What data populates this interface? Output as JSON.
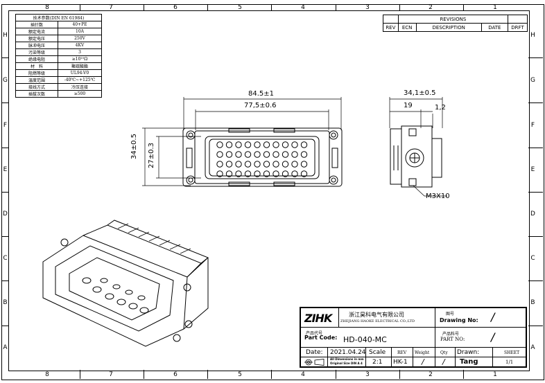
{
  "zones": {
    "columns": [
      "8",
      "7",
      "6",
      "5",
      "4",
      "3",
      "2",
      "1"
    ],
    "rows": [
      "H",
      "G",
      "F",
      "E",
      "D",
      "C",
      "B",
      "A"
    ]
  },
  "spec_table": {
    "header": "技术参数(DIN EN 61984)",
    "rows": [
      {
        "k": "插针数",
        "v": "40+PE"
      },
      {
        "k": "额定电流",
        "v": "10A"
      },
      {
        "k": "额定电压",
        "v": "250V"
      },
      {
        "k": "脉冲电压",
        "v": "4KV"
      },
      {
        "k": "污染等级",
        "v": "3"
      },
      {
        "k": "绝缘电阻",
        "v": "≥10¹⁰Ω"
      },
      {
        "k": "材　料",
        "v": "聚碳酸酯"
      },
      {
        "k": "阻燃等级",
        "v": "UL94-V0"
      },
      {
        "k": "温度范围",
        "v": "-40℃~+125℃"
      },
      {
        "k": "接线方式",
        "v": "冷压连接"
      },
      {
        "k": "插拔次数",
        "v": "≥500"
      }
    ]
  },
  "revisions": {
    "title": "REVISIONS",
    "headers": [
      "REV",
      "ECN",
      "DESCRIPTION",
      "DATE",
      "DRFT"
    ]
  },
  "dimensions": {
    "width_outer": "84.5±1",
    "width_inner": "77,5±0.6",
    "height_outer": "34±0.5",
    "height_inner": "27±0.3",
    "side_depth": "34,1±0.5",
    "side_a": "19",
    "side_b": "1,2",
    "screw": "M3X10"
  },
  "title_block": {
    "logo": "ZIHK",
    "company_cn": "浙江昊科电气有限公司",
    "company_en": "ZHEJIANG HAOKE ELECTRICAL CO.,LTD",
    "drawing_no_cn": "图号",
    "drawing_no_label": "Drawing No:",
    "drawing_no_value": "/",
    "part_code_cn": "产品代号",
    "part_code_label": "Part Code:",
    "part_code_value": "HD-040-MC",
    "part_no_cn": "产品料号",
    "part_no_label": "PART NO:",
    "part_no_value": "/",
    "date_label": "Date:",
    "date_value": "2021.04.24",
    "scale_label": "Scale",
    "scale_value": "2:1",
    "rev_label": "REV",
    "rev_value": "HK-1",
    "weight_label": "Weight",
    "weight_value": "/",
    "qty_label": "Qty",
    "qty_value": "/",
    "drawn_label": "Drawn:",
    "drawn_value": "Tang",
    "sheet_label": "SHEET",
    "sheet_value": "1/1",
    "note_line1": "All Dimensions in mm",
    "note_line2": "Original Size DIN A 4"
  }
}
